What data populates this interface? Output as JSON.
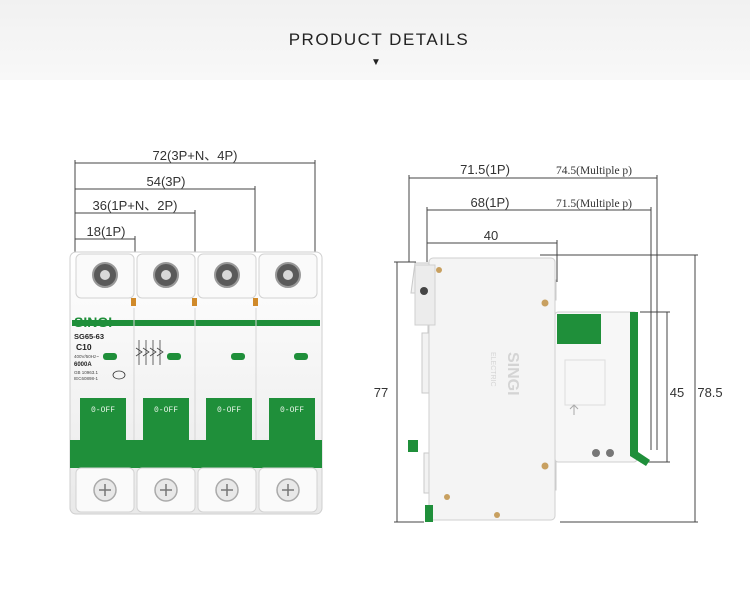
{
  "header": {
    "title": "PRODUCT DETAILS",
    "arrow": "▼"
  },
  "front_view": {
    "brand": "SINGI",
    "model": "SG65-63",
    "rating": "C10",
    "voltage": "400V/50Hz~",
    "breaking_capacity": "6000A",
    "standard_gb": "GB 10963.1",
    "standard_iec": "IEC60898-1",
    "cert_mark": "CCC",
    "switch_text": "0-OFF",
    "dims": {
      "w_4p": "72(3P+N、4P)",
      "w_3p": "54(3P)",
      "w_2p": "36(1P+N、2P)",
      "w_1p": "18(1P)"
    }
  },
  "side_view": {
    "brand": "SINGI",
    "brand_sub": "ELECTRIC",
    "dims": {
      "d_1p": "71.5(1P)",
      "d_1p_alt": "74.5(Multiple p)",
      "d_68": "68(1P)",
      "d_68_alt": "71.5(Multiple p)",
      "d_40": "40",
      "h_77": "77",
      "h_45": "45",
      "h_785": "78.5"
    }
  },
  "colors": {
    "green": "#1f8f3a",
    "dim_line": "#444444",
    "body": "#f2f2f2"
  }
}
